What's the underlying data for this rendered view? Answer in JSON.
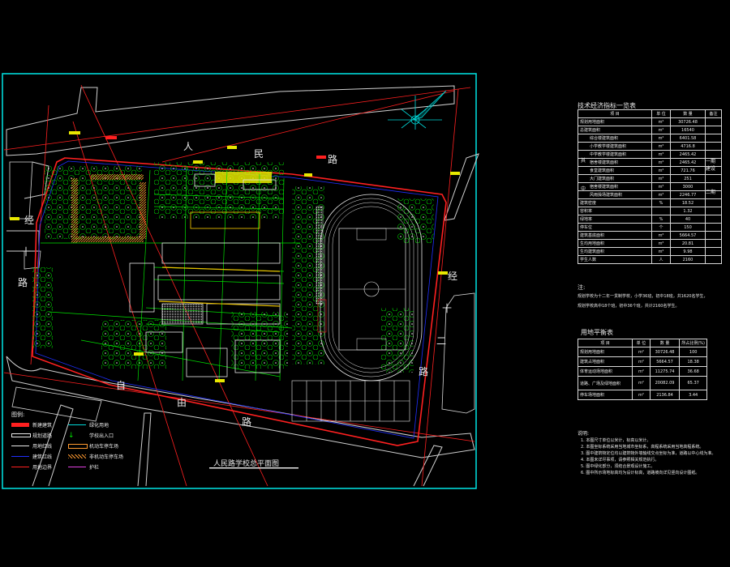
{
  "drawing": {
    "plan_title": "人民路学校总平面图",
    "roads": {
      "north": [
        "人",
        "民",
        "路"
      ],
      "south": [
        "自",
        "由",
        "路"
      ],
      "west": [
        "经",
        "十",
        "路"
      ],
      "east": [
        "经",
        "十",
        "二",
        "路"
      ]
    }
  },
  "tech_table": {
    "title": "技术经济指标一览表",
    "headers": [
      "项 目",
      "单 位",
      "数 量",
      "备注"
    ],
    "rows": [
      {
        "item": "规划用地面积",
        "unit": "m²",
        "qty": "30726.48",
        "note": ""
      },
      {
        "item": "总建筑面积",
        "unit": "m²",
        "qty": "16540",
        "note": ""
      },
      {
        "item": "综合楼建筑面积",
        "unit": "m²",
        "qty": "6401.58",
        "note": ""
      },
      {
        "item": "小学教学楼建筑面积",
        "unit": "m²",
        "qty": "4716.8",
        "note": ""
      },
      {
        "item": "中学教学楼建筑面积",
        "unit": "m²",
        "qty": "2465.42",
        "note": ""
      },
      {
        "item": "宿舍楼建筑面积",
        "unit": "m²",
        "qty": "2465.42",
        "note": ""
      },
      {
        "item": "食堂建筑面积",
        "unit": "m²",
        "qty": "721.76",
        "note": ""
      },
      {
        "item": "大门建筑面积",
        "unit": "m²",
        "qty": "251",
        "note": ""
      },
      {
        "item": "宿舍楼建筑面积",
        "unit": "m²",
        "qty": "3000",
        "note": ""
      },
      {
        "item": "风雨操场建筑面积",
        "unit": "m²",
        "qty": "2246.77",
        "note": ""
      },
      {
        "item": "建筑密度",
        "unit": "%",
        "qty": "18.52",
        "note": ""
      },
      {
        "item": "容积率",
        "unit": "",
        "qty": "1.32",
        "note": ""
      },
      {
        "item": "绿地率",
        "unit": "%",
        "qty": "40",
        "note": ""
      },
      {
        "item": "停车位",
        "unit": "个",
        "qty": "150",
        "note": ""
      },
      {
        "item": "建筑基底面积",
        "unit": "m²",
        "qty": "5664.57",
        "note": ""
      },
      {
        "item": "生均用地面积",
        "unit": "m²",
        "qty": "20.81",
        "note": ""
      },
      {
        "item": "生均建筑面积",
        "unit": "m²",
        "qty": "9.98",
        "note": ""
      },
      {
        "item": "学生人数",
        "unit": "人",
        "qty": "2160",
        "note": ""
      }
    ],
    "side_labels": {
      "group": [
        "其",
        "中"
      ],
      "note1": "一期",
      "note1b": "建设",
      "note2": "二期"
    }
  },
  "notes_1": {
    "head": "注:",
    "lines": [
      "规划学校为十二年一贯制学校，小学36班，初中18班，共1620名学生，",
      "规划学校高中18个班，初中36个班，共计2160名学生。"
    ]
  },
  "land_table": {
    "title": "用地平衡表",
    "headers": [
      "项 目",
      "单 位",
      "数 量",
      "所占比例(%)"
    ],
    "rows": [
      {
        "item": "规划用地面积",
        "unit": "m²",
        "qty": "30726.48",
        "pct": "100"
      },
      {
        "item": "建筑占地面积",
        "unit": "m²",
        "qty": "5664.57",
        "pct": "18.38"
      },
      {
        "item": "体育运动场地面积",
        "unit": "m²",
        "qty": "11275.74",
        "pct": "36.68"
      },
      {
        "item": "道路、广场及绿地面积",
        "unit": "m²",
        "qty": "20082.09",
        "pct": "65.37"
      },
      {
        "item": "停车场地面积",
        "unit": "m²",
        "qty": "2136.84",
        "pct": "3.44"
      }
    ]
  },
  "notes_2": {
    "head": "说明:",
    "lines": [
      "1. 本图尺寸单位以米计，标高以米计。",
      "2. 本图坐标系统采用当地城市坐标系，高程系统采用当地高程系统。",
      "3. 图中建筑物定位均以建筑物外墙轴线交点坐标为准，道路以中心线为准。",
      "4. 本图未详尽事项，请参照相关规范执行。",
      "5. 图中绿化部分，须结合景观设计施工。",
      "6. 图中所示场地标高均为设计标高，道路坡向详见竖向设计图纸。"
    ]
  },
  "legend": {
    "title": "图例:",
    "items": [
      {
        "label": "新建建筑",
        "kind": "red-fill"
      },
      {
        "label": "规划道路",
        "kind": "white-box"
      },
      {
        "label": "用地红线",
        "kind": "white-line"
      },
      {
        "label": "建筑红线",
        "kind": "blue-line"
      },
      {
        "label": "用地边界",
        "kind": "red-line"
      },
      {
        "label": "绿化用地",
        "kind": "cyan-line"
      },
      {
        "label": "学校出入口",
        "kind": "arrow"
      },
      {
        "label": "机动车停车场",
        "kind": "orange-box"
      },
      {
        "label": "非机动车停车场",
        "kind": "orange-hatch"
      },
      {
        "label": "护栏",
        "kind": "magenta-line"
      }
    ]
  },
  "colors": {
    "frame": "#00d8d8",
    "red": "#ff2020",
    "green": "#00e000",
    "white": "#e8e8e8",
    "cyan": "#00d8d8",
    "orange": "#ff9a30",
    "magenta": "#e040e0",
    "yellow": "#e8e800"
  }
}
